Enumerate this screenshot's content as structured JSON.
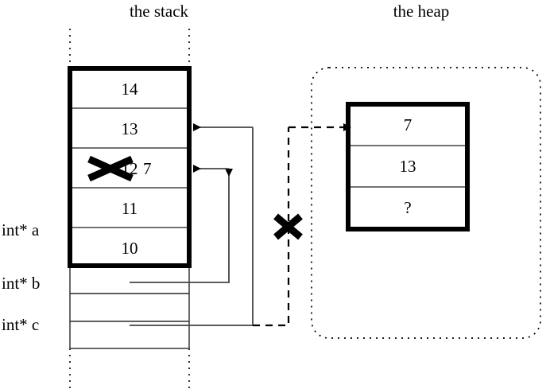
{
  "diagram": {
    "title_stack": "the stack",
    "title_heap": "the heap",
    "colors": {
      "ink": "#000000",
      "thin_line": "#444444",
      "background": "#ffffff"
    }
  },
  "stack": {
    "label": "the stack",
    "allocated_cells": [
      {
        "value": "14"
      },
      {
        "value": "13"
      },
      {
        "value": "12",
        "struck_out": true,
        "new_value": "7"
      },
      {
        "value": "11"
      },
      {
        "value": "10"
      }
    ],
    "variables": [
      {
        "label": "int* a",
        "points_to": "stack-cell-13"
      },
      {
        "label": "int* b",
        "points_to": "stack-cell-7"
      },
      {
        "label": "int* c",
        "points_to": "heap-block",
        "invalidated": true
      }
    ]
  },
  "heap": {
    "label": "the heap",
    "cells": [
      {
        "value": "7"
      },
      {
        "value": "13"
      },
      {
        "value": "?"
      }
    ]
  },
  "annotations": {
    "strike_marks": [
      {
        "name": "struck-stack-value",
        "target": "12"
      },
      {
        "name": "struck-heap-pointer",
        "target": "int* c"
      }
    ]
  }
}
